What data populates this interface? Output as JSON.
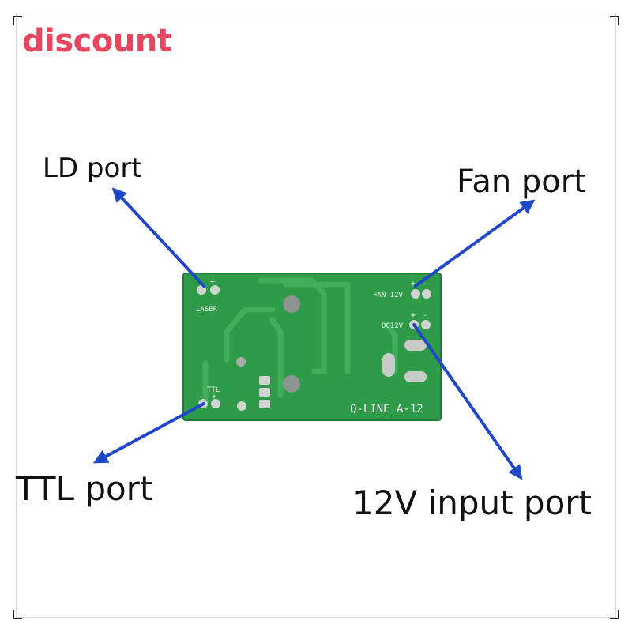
{
  "badge": {
    "text": "discount",
    "color": "#e8455f"
  },
  "labels": {
    "ld": "LD port",
    "fan": "Fan port",
    "ttl": "TTL port",
    "input": "12V input port"
  },
  "board": {
    "color": "#2e9b48",
    "silkscreen": {
      "laser": "LASER",
      "ttl": "TTL",
      "fan": "FAN 12V",
      "dc": "DC12V",
      "model": "Q-LINE A-12",
      "plus": "+",
      "minus": "-"
    }
  },
  "arrow_color": "#1f47c8"
}
